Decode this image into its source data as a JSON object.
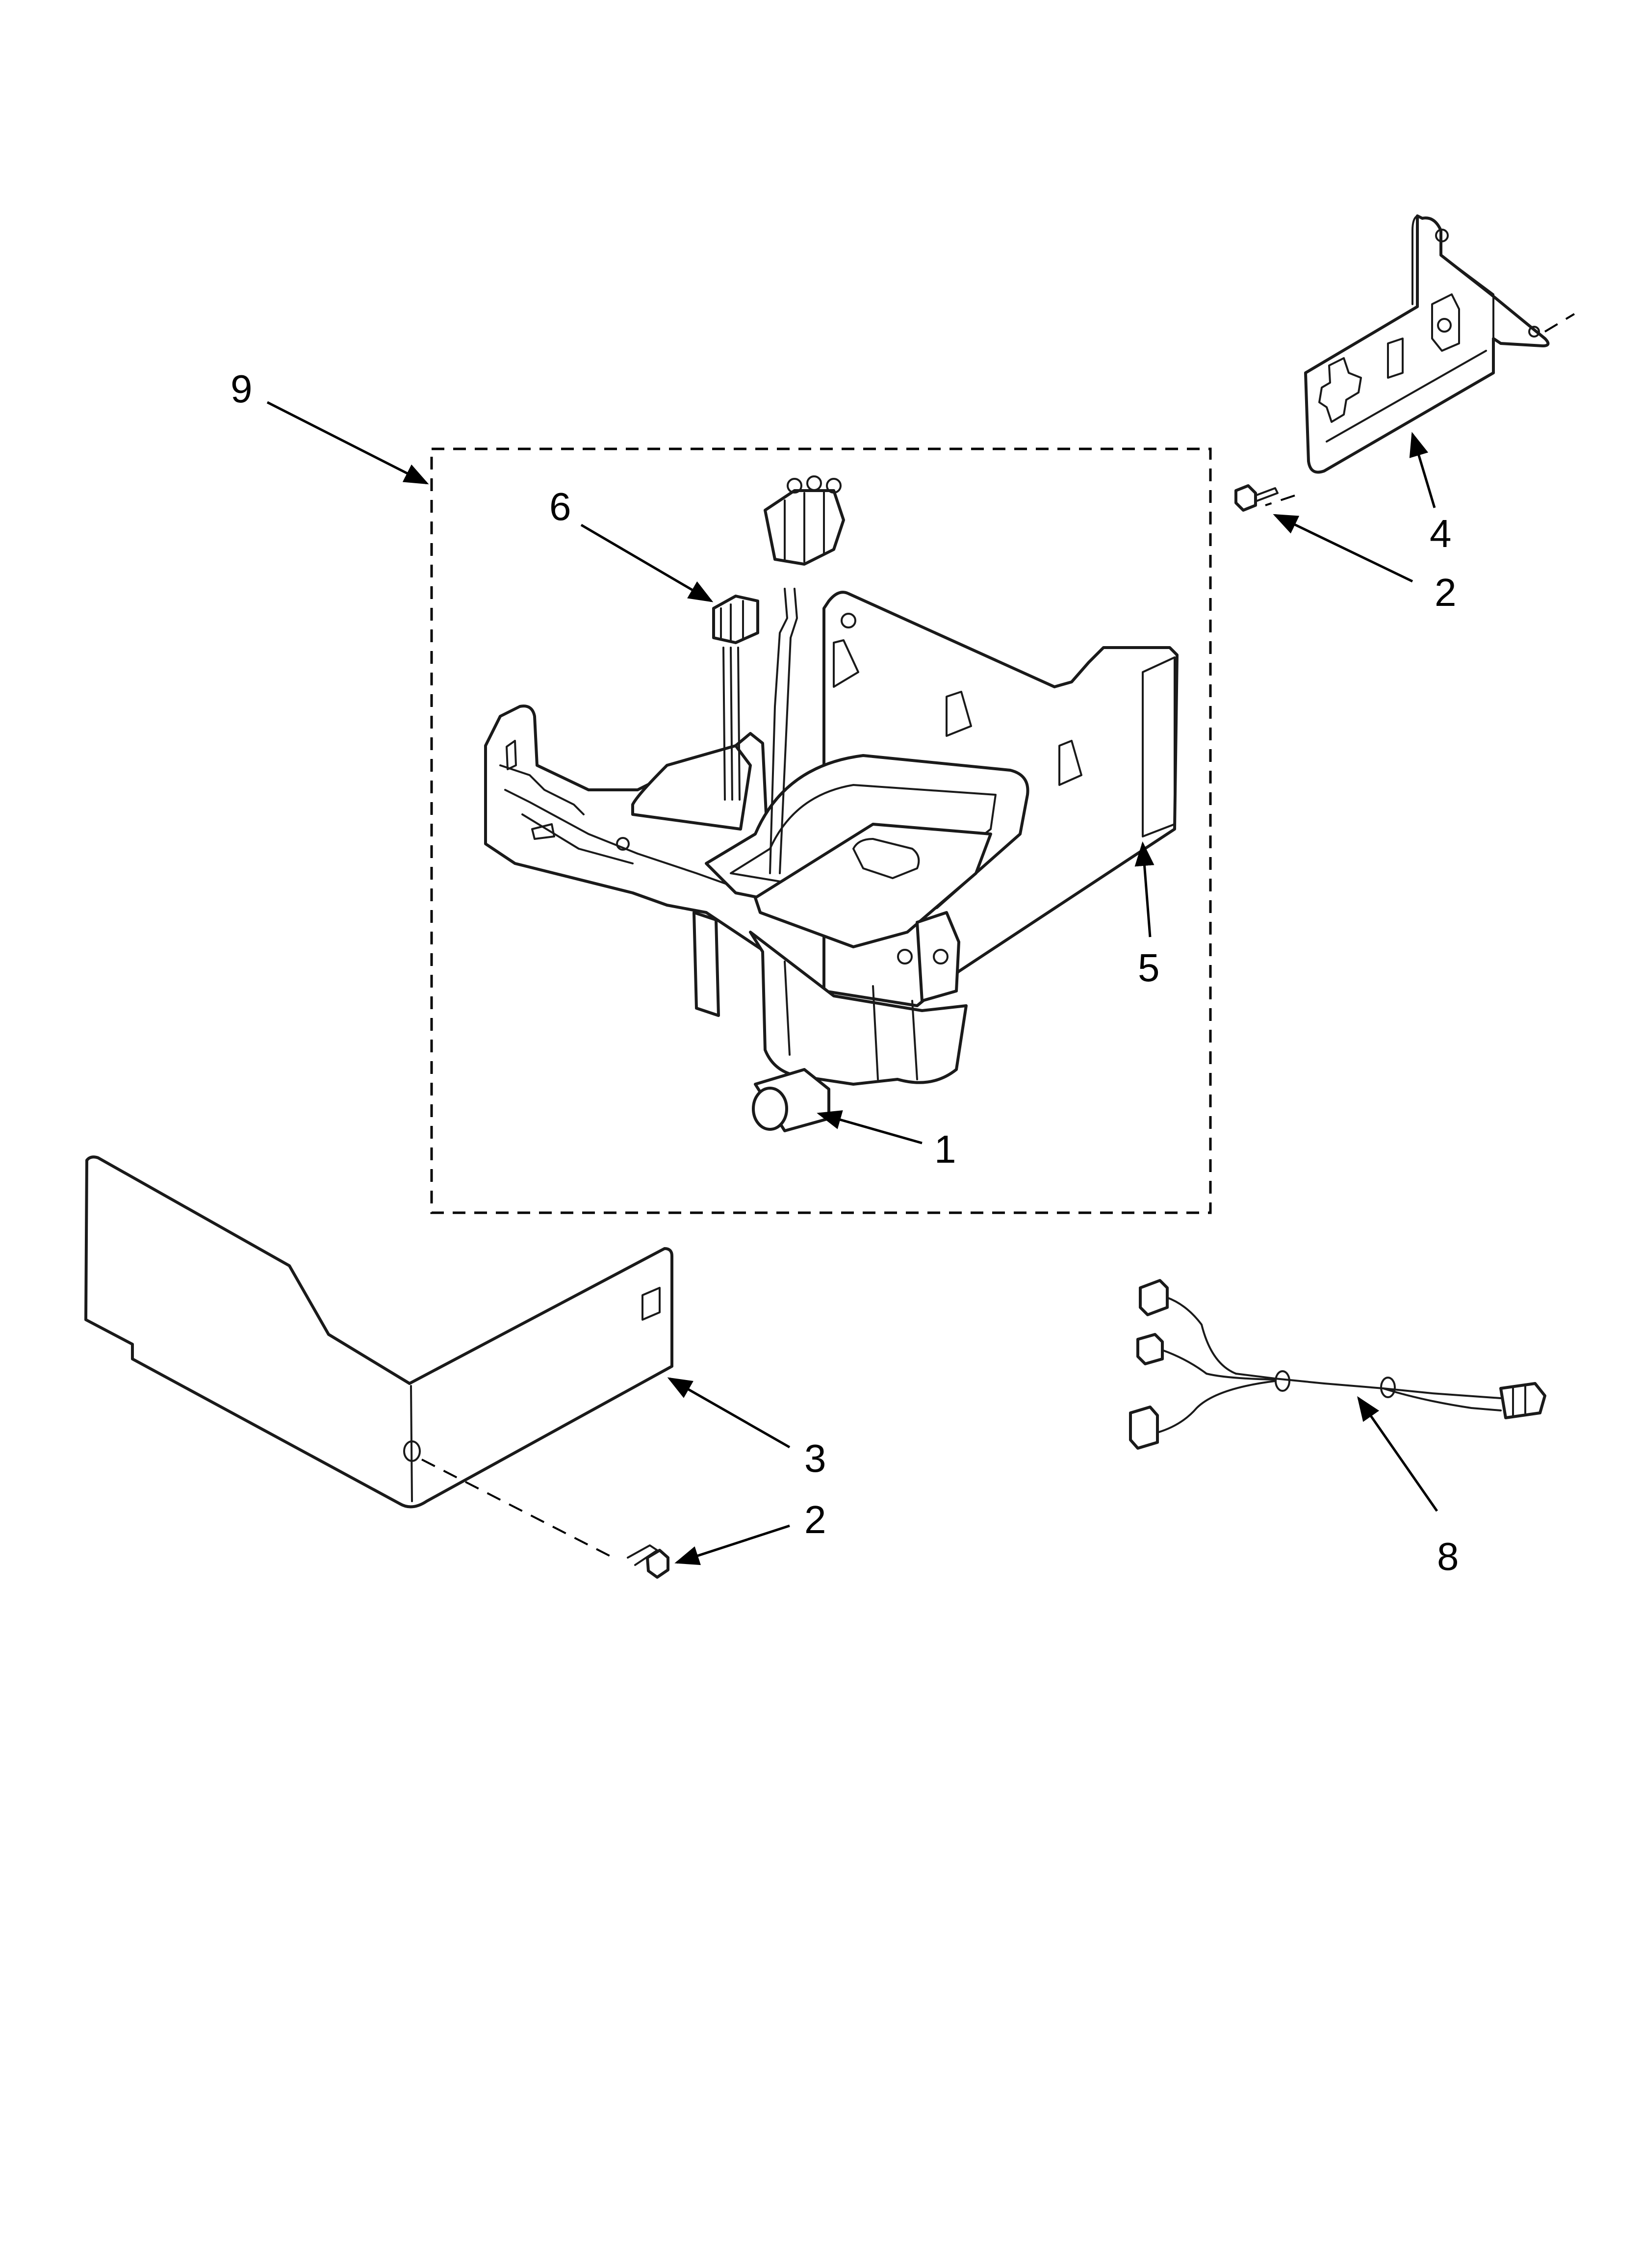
{
  "callouts": {
    "c1": "1",
    "c2_upper": "2",
    "c2_lower": "2",
    "c3": "3",
    "c4": "4",
    "c5": "5",
    "c6": "6",
    "c8": "8",
    "c9": "9"
  },
  "colors": {
    "line": "#1a1a1a",
    "background": "#ffffff"
  }
}
